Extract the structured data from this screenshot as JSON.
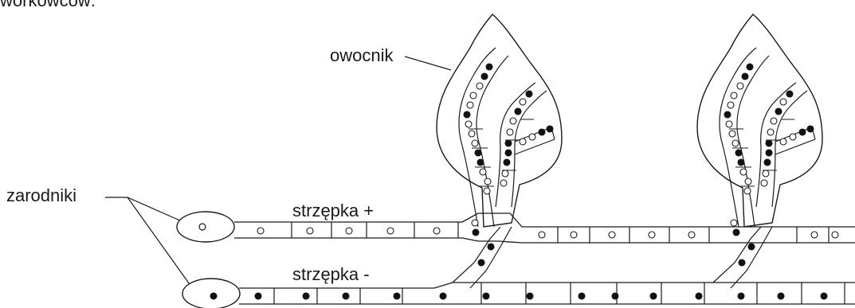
{
  "header_fragment": "workowców:",
  "labels": {
    "fruiting_body": "owocnik",
    "spores": "zarodniki",
    "hypha_plus": "strzępka +",
    "hypha_minus": "strzępka -"
  },
  "colors": {
    "line": "#1a1a1a",
    "nucleus_plus": "#ffffff",
    "nucleus_minus": "#111111"
  }
}
